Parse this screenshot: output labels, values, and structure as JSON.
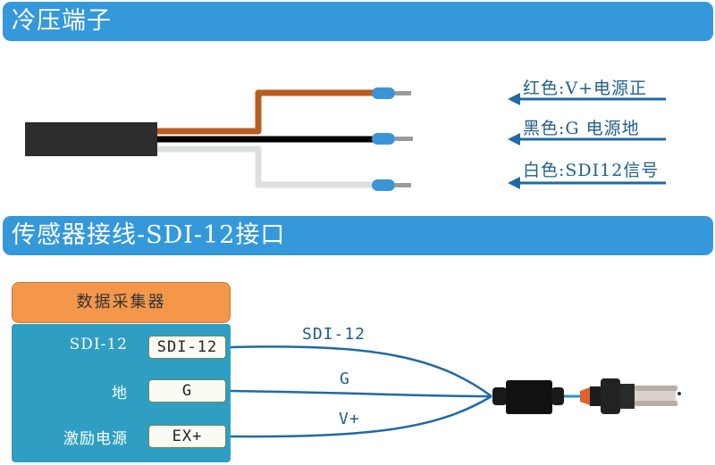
{
  "section1": {
    "title": "冷压端子",
    "wires": [
      {
        "color_name": "red",
        "color": "#b85c22",
        "label": "红色:V+电源正"
      },
      {
        "color_name": "black",
        "color": "#000000",
        "label": "黑色:G 电源地"
      },
      {
        "color_name": "white",
        "color": "#dcdfe0",
        "label": "白色:SDI12信号"
      }
    ],
    "ferrule_color": "#3a94d6",
    "arrow_color": "#1f6aa5"
  },
  "section2": {
    "title": "传感器接线-SDI-12接口",
    "logger": {
      "title": "数据采集器",
      "ports": [
        {
          "label": "SDI-12",
          "terminal": "SDI-12"
        },
        {
          "label": "地",
          "terminal": "G"
        },
        {
          "label": "激励电源",
          "terminal": "EX+"
        }
      ]
    },
    "wire_labels": [
      "SDI-12",
      "G",
      "V+"
    ]
  },
  "colors": {
    "banner": "#3498db",
    "logger_head": "#f4974a",
    "logger_body": "#2e9fc2",
    "wire": "#1f6aa5"
  }
}
